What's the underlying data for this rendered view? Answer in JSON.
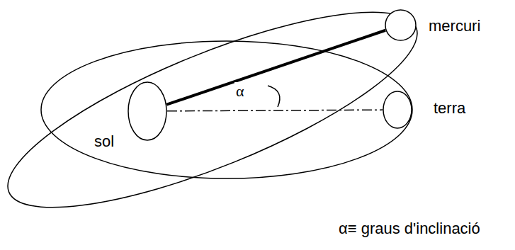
{
  "diagram": {
    "nodes": [
      {
        "text": [
          "sol"
        ]
      },
      {
        "text": [
          "mercuri"
        ]
      },
      {
        "text": [
          "terra"
        ]
      }
    ],
    "edges": [
      {
        "from": 0,
        "to": 1,
        "arrow": "none"
      },
      {
        "from": 0,
        "to": 2,
        "arrow": "none"
      }
    ],
    "labels": [
      "α",
      "α≡ graus d'inclinació"
    ]
  }
}
